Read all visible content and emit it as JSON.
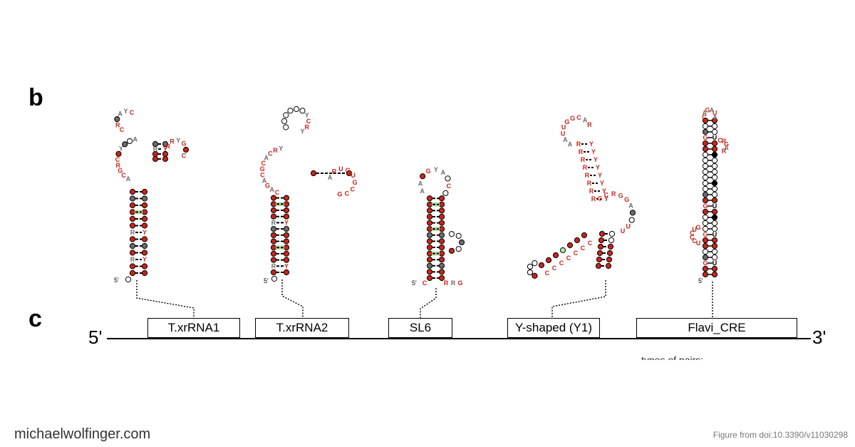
{
  "panel_labels": {
    "b": "b",
    "c": "c"
  },
  "genome": {
    "five_prime": "5'",
    "three_prime": "3'",
    "elements": [
      "T.xrRNA1",
      "T.xrRNA2",
      "SL6",
      "Y-shaped (Y1)",
      "Flavi_CRE"
    ]
  },
  "stem_five_prime_label": "5′",
  "partial_caption": "types of pairs:",
  "footer": {
    "site": "michaelwolfinger.com",
    "credit": "Figure from doi:10.3390/v11030298"
  },
  "colors": {
    "conserved_red": "#c8241b",
    "variable_grey": "#6b6b6b",
    "highlight_green": "#b9e0a5",
    "open_circle": "#000000"
  }
}
